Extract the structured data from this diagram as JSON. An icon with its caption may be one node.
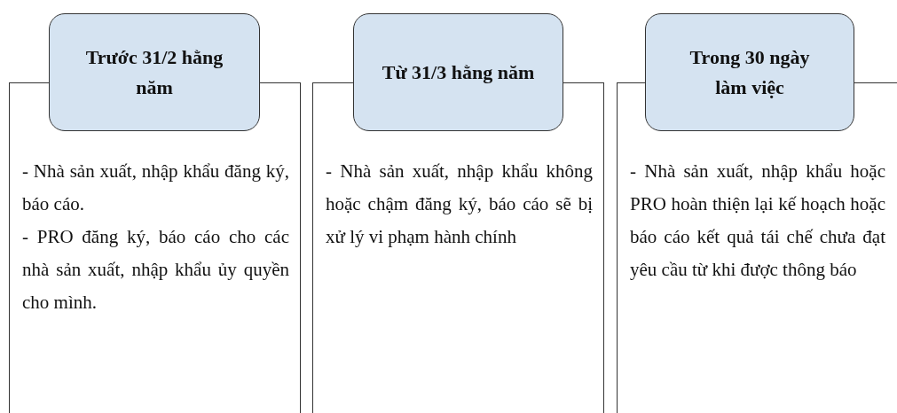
{
  "diagram": {
    "nodes": [
      {
        "text": [
          "Trước 31/2 hằng năm"
        ]
      },
      {
        "text": [
          "- Nhà sản xuất, nhập khẩu đăng ký, báo cáo.",
          "- PRO đăng ký, báo cáo cho các nhà sản xuất, nhập khẩu ủy quyền cho mình."
        ]
      },
      {
        "text": [
          "Từ 31/3 hằng năm"
        ]
      },
      {
        "text": [
          "- Nhà sản xuất, nhập khẩu không hoặc chậm đăng ký, báo cáo sẽ bị xử lý vi phạm hành chính"
        ]
      },
      {
        "text": [
          "Trong 30 ngày làm việc"
        ]
      },
      {
        "text": [
          "- Nhà sản xuất, nhập khẩu hoặc PRO hoàn thiện lại kế hoạch hoặc báo cáo kết quả tái chế chưa đạt yêu cầu từ khi được thông báo"
        ]
      }
    ]
  }
}
